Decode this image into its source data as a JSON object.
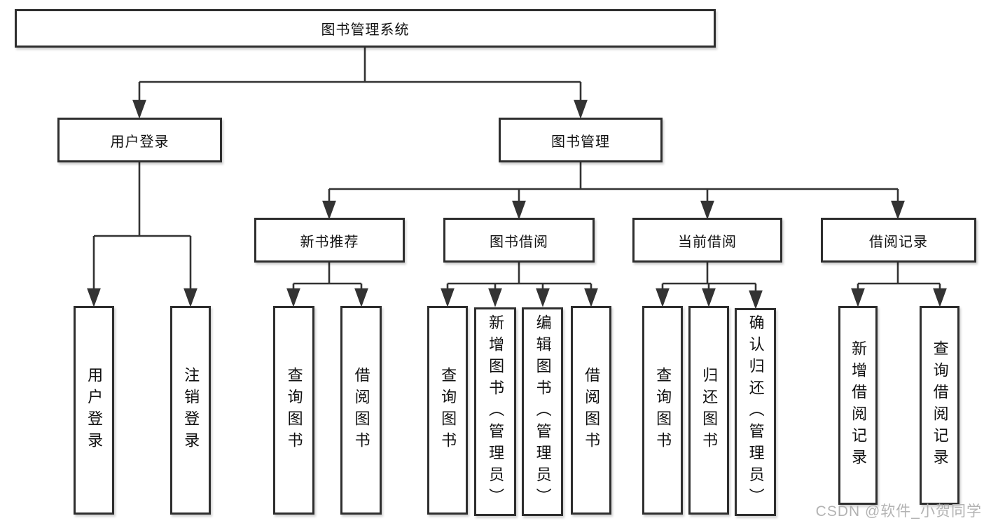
{
  "root": {
    "label": "图书管理系统"
  },
  "branches": {
    "user_login": {
      "label": "用户登录",
      "leaves": [
        "用户登录",
        "注销登录"
      ]
    },
    "book_mgmt": {
      "label": "图书管理",
      "groups": [
        {
          "label": "新书推荐",
          "leaves": [
            "查询图书",
            "借阅图书"
          ]
        },
        {
          "label": "图书借阅",
          "leaves": [
            "查询图书",
            "新增图书（管理员）",
            "编辑图书（管理员）",
            "借阅图书"
          ]
        },
        {
          "label": "当前借阅",
          "leaves": [
            "查询图书",
            "归还图书",
            "确认归还（管理员）"
          ]
        },
        {
          "label": "借阅记录",
          "leaves": [
            "新增借阅记录",
            "查询借阅记录"
          ]
        }
      ]
    }
  },
  "watermark": "CSDN @软件_小贺同学",
  "colors": {
    "line": "#333333",
    "border": "#2e2e2e",
    "text": "#111111",
    "watermark": "#b3b3b3",
    "background": "#ffffff"
  }
}
